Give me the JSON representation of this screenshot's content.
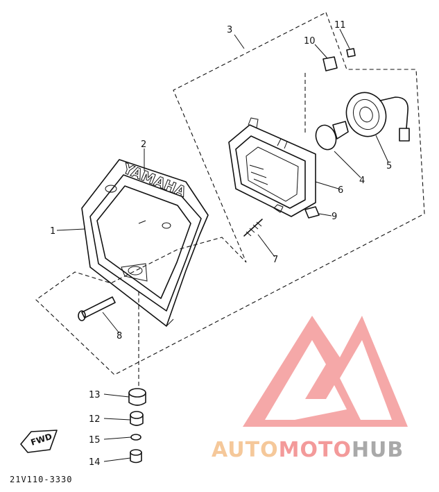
{
  "diagram": {
    "callouts": [
      "1",
      "2",
      "3",
      "4",
      "5",
      "6",
      "7",
      "8",
      "9",
      "10",
      "11",
      "12",
      "13",
      "14",
      "15"
    ],
    "drawing_code": "21V110-3330",
    "cowl_lettering": "YAMAHA",
    "fwd_label": "FWD"
  },
  "watermark": {
    "parts": [
      "AUTO",
      "MOTO",
      "HUB"
    ],
    "colors": {
      "auto": "#f5c89a",
      "moto": "#f39a9a",
      "hub": "#a9a9a9",
      "logo": "#f28b8b"
    }
  }
}
